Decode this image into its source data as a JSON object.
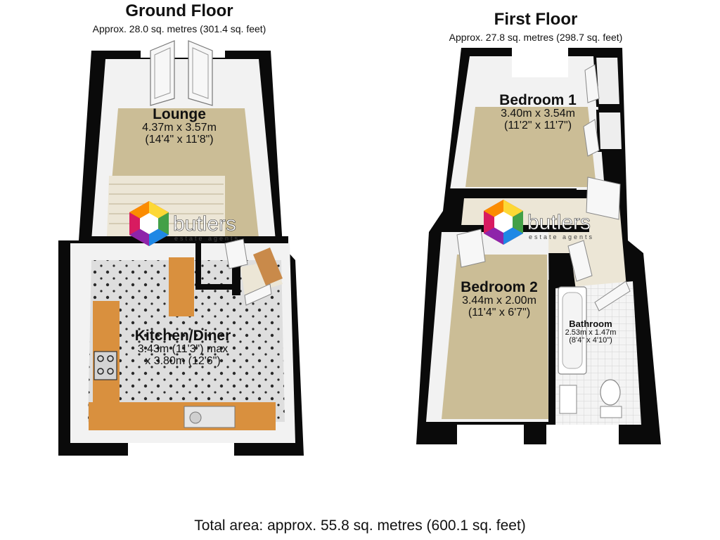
{
  "ground_floor": {
    "title": "Ground Floor",
    "area": "Approx. 28.0 sq. metres (301.4 sq. feet)",
    "lounge": {
      "name": "Lounge",
      "dims": "4.37m x 3.57m",
      "dims_imperial": "(14'4\" x 11'8\")"
    },
    "kitchen": {
      "name": "Kitchen/Diner",
      "dims": "3.43m (11'3\") max",
      "dims2": "x 3.80m (12'6\")"
    }
  },
  "first_floor": {
    "title": "First Floor",
    "area": "Approx. 27.8 sq. metres (298.7 sq. feet)",
    "bedroom1": {
      "name": "Bedroom 1",
      "dims": "3.40m x 3.54m",
      "dims_imperial": "(11'2\" x 11'7\")"
    },
    "bedroom2": {
      "name": "Bedroom 2",
      "dims": "3.44m x 2.00m",
      "dims_imperial": "(11'4\" x 6'7\")"
    },
    "bathroom": {
      "name": "Bathroom",
      "dims": "2.53m x 1.47m",
      "dims_imperial": "(8'4\" x 4'10\")"
    }
  },
  "watermark": {
    "brand": "butlers",
    "tagline": "estate agents"
  },
  "total_area": "Total area: approx. 55.8 sq. metres (600.1 sq. feet)",
  "colors": {
    "wall": "#0a0a0a",
    "carpet": "#cbbd96",
    "tile": "#dcdcdc",
    "worktop": "#d9903e",
    "wall_face": "#f2f2f2"
  }
}
